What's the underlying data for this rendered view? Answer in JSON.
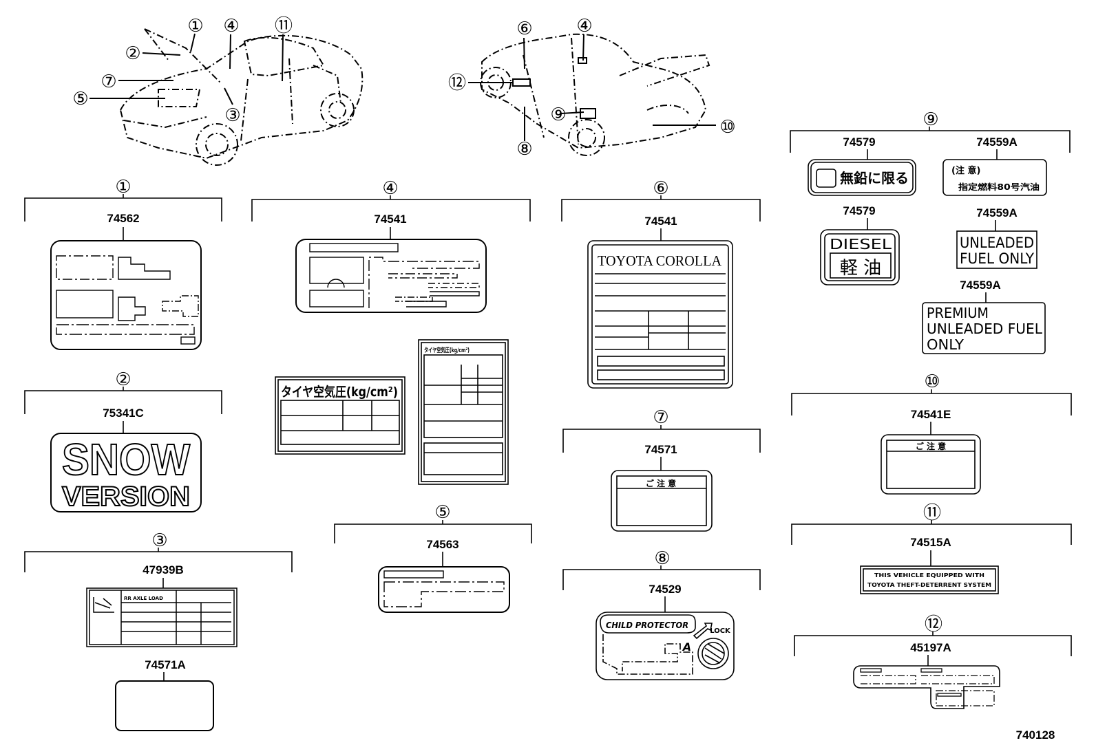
{
  "diagram_id": "740128",
  "callouts": {
    "c1": "①",
    "c2": "②",
    "c3": "③",
    "c4": "④",
    "c5": "⑤",
    "c6": "⑥",
    "c7": "⑦",
    "c8": "⑧",
    "c9": "⑨",
    "c10": "⑩",
    "c11": "⑪",
    "c12": "⑫"
  },
  "parts": {
    "p1": "74562",
    "p2": "75341C",
    "p3a": "47939B",
    "p3b": "74571A",
    "p4": "74541",
    "p5": "74563",
    "p6": "74541",
    "p7": "74571",
    "p8": "74529",
    "p9a": "74579",
    "p9b": "74559A",
    "p9c": "74579",
    "p9d": "74559A",
    "p9e": "74559A",
    "p10": "74541E",
    "p11": "74515A",
    "p12": "45197A"
  },
  "label_text": {
    "snow": "SNOW",
    "version": "VERSION",
    "axle_load": "RR AXLE LOAD",
    "tire_pressure": "タイヤ空気圧(kg/cm²)",
    "tire_pressure_small": "タイヤ空気圧(kg/cm²)",
    "corolla": "TOYOTA COROLLA",
    "caution_jp": "ご 注 意",
    "child_protector": "CHILD PROTECTOR",
    "lock": "LOCK",
    "lock_a": "A",
    "unleaded_jp": "無鉛に限る",
    "caution_jp2": "(注 意)",
    "premium_jp": "指定燃料80号汽油",
    "diesel": "DIESEL",
    "keiyu": "軽 油",
    "unleaded_1": "UNLEADED",
    "unleaded_2": "FUEL ONLY",
    "premium_1": "PREMIUM",
    "premium_2": "UNLEADED FUEL",
    "premium_3": "ONLY",
    "theft_1": "THIS VEHICLE EQUIPPED WITH",
    "theft_2": "TOYOTA THEFT-DETERRENT SYSTEM"
  }
}
